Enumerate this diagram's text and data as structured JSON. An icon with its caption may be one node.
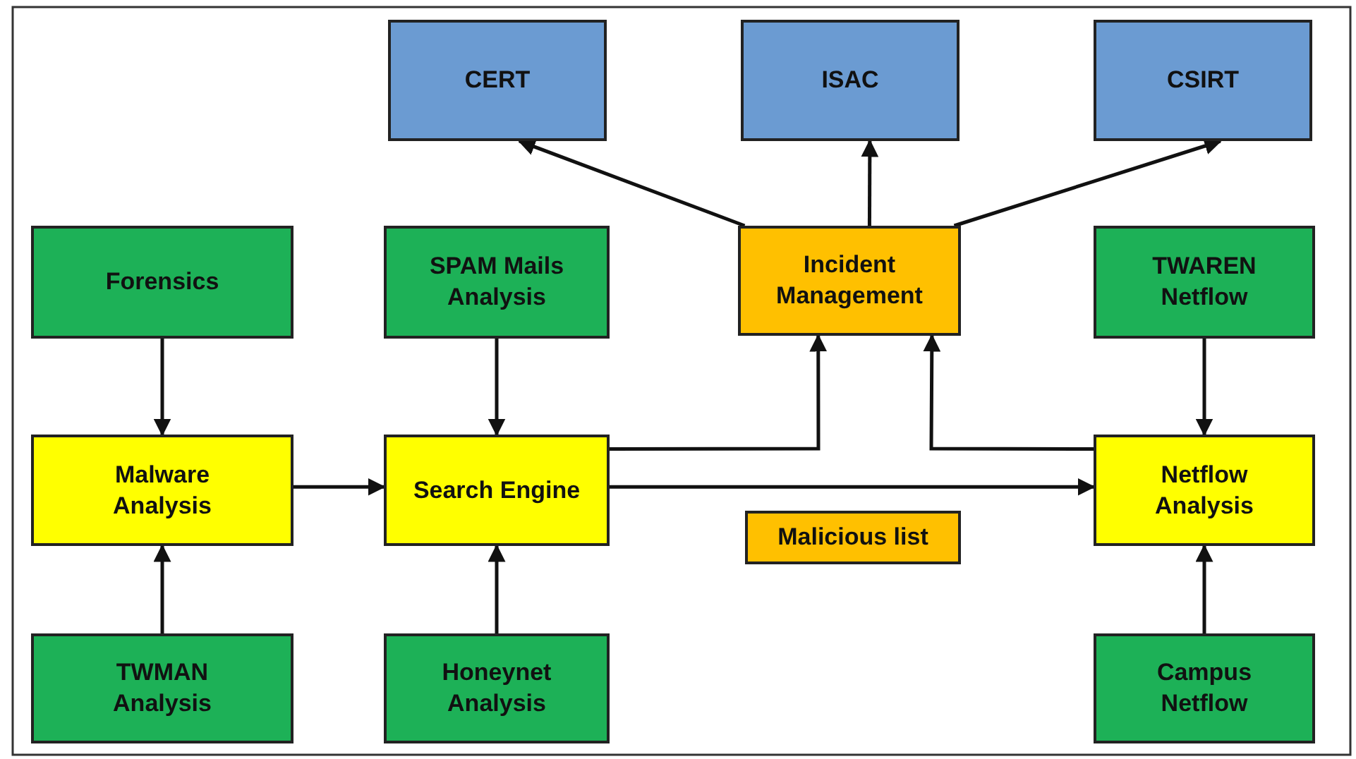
{
  "diagram": {
    "nodes": [
      {
        "text": [
          "CERT"
        ]
      },
      {
        "text": [
          "ISAC"
        ]
      },
      {
        "text": [
          "CSIRT"
        ]
      },
      {
        "text": [
          "Forensics"
        ]
      },
      {
        "text": [
          "SPAM Mails Analysis"
        ]
      },
      {
        "text": [
          "Incident Management"
        ]
      },
      {
        "text": [
          "TWAREN Netflow"
        ]
      },
      {
        "text": [
          "Malware Analysis"
        ]
      },
      {
        "text": [
          "Search Engine"
        ]
      },
      {
        "text": [
          "Malicious list"
        ]
      },
      {
        "text": [
          "Netflow Analysis"
        ]
      },
      {
        "text": [
          "TWMAN Analysis"
        ]
      },
      {
        "text": [
          "Honeynet Analysis"
        ]
      },
      {
        "text": [
          "Campus Netflow"
        ]
      }
    ],
    "edges": [
      {
        "from": 5,
        "to": 0,
        "arrow": "to"
      },
      {
        "from": 5,
        "to": 1,
        "arrow": "to"
      },
      {
        "from": 5,
        "to": 2,
        "arrow": "to"
      },
      {
        "from": 3,
        "to": 7,
        "arrow": "to"
      },
      {
        "from": 4,
        "to": 8,
        "arrow": "to"
      },
      {
        "from": 6,
        "to": 10,
        "arrow": "to"
      },
      {
        "from": 11,
        "to": 7,
        "arrow": "to"
      },
      {
        "from": 12,
        "to": 8,
        "arrow": "to"
      },
      {
        "from": 13,
        "to": 10,
        "arrow": "to"
      },
      {
        "from": 7,
        "to": 8,
        "arrow": "to"
      },
      {
        "from": 8,
        "to": 10,
        "arrow": "to"
      },
      {
        "from": 8,
        "to": 5,
        "arrow": "to"
      },
      {
        "from": 10,
        "to": 5,
        "arrow": "to"
      }
    ]
  }
}
